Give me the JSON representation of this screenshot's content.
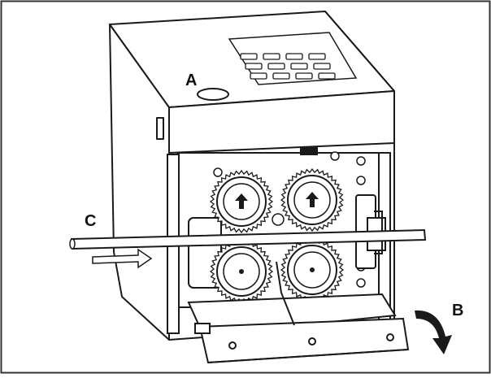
{
  "callouts": {
    "a": "A",
    "b": "B",
    "c": "C"
  },
  "icons": {
    "machine": "feeder-machine-illustration",
    "keypad": "keypad-icon",
    "button": "round-button-icon",
    "roller": "feed-roller-icon",
    "arrow": "arrow-icon",
    "rod": "wire-rod-icon",
    "door": "hinged-door-icon"
  },
  "colors": {
    "line": "#1a1a1a",
    "frame": "#333333",
    "roller_fill": "#ffffff",
    "shade": "#8a8a8a"
  }
}
